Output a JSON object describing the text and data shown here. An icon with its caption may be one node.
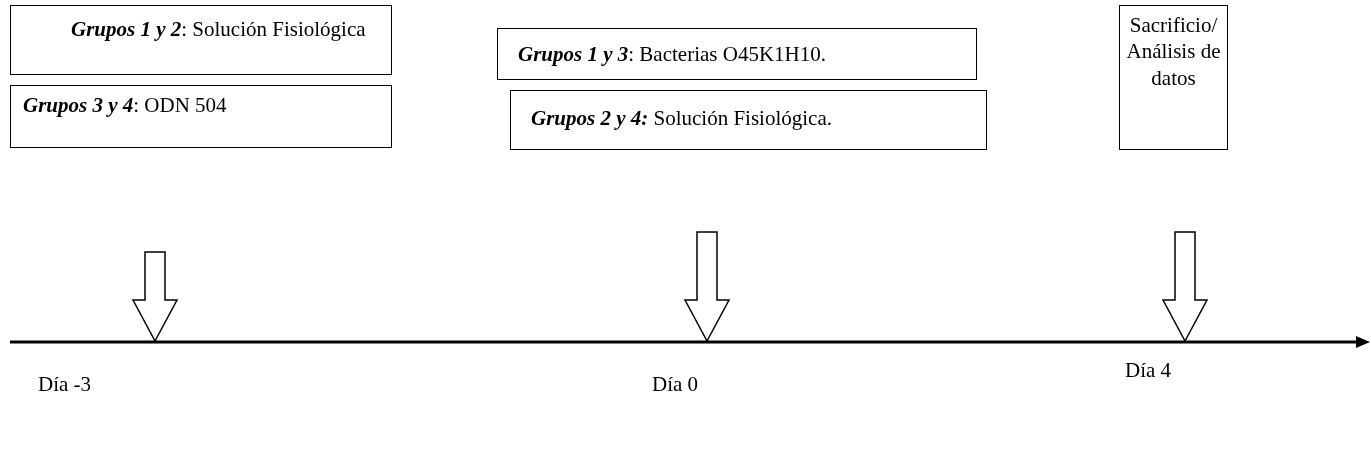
{
  "diagram": {
    "nodes": [
      {
        "text": [
          "**Grupos 1 y 2**: Solución Fisiológica"
        ]
      },
      {
        "text": [
          "**Grupos 3 y 4**: ODN 504"
        ]
      },
      {
        "text": [
          "**Grupos 1 y 3**: Bacterias O45K1H10."
        ]
      },
      {
        "text": [
          "**Grupos 2 y 4:** Solución Fisiológica."
        ]
      },
      {
        "text": [
          "Sacrificio/ Análisis de datos"
        ]
      }
    ],
    "labels": [
      "Día -3",
      "Día 0",
      "Día 4"
    ]
  }
}
